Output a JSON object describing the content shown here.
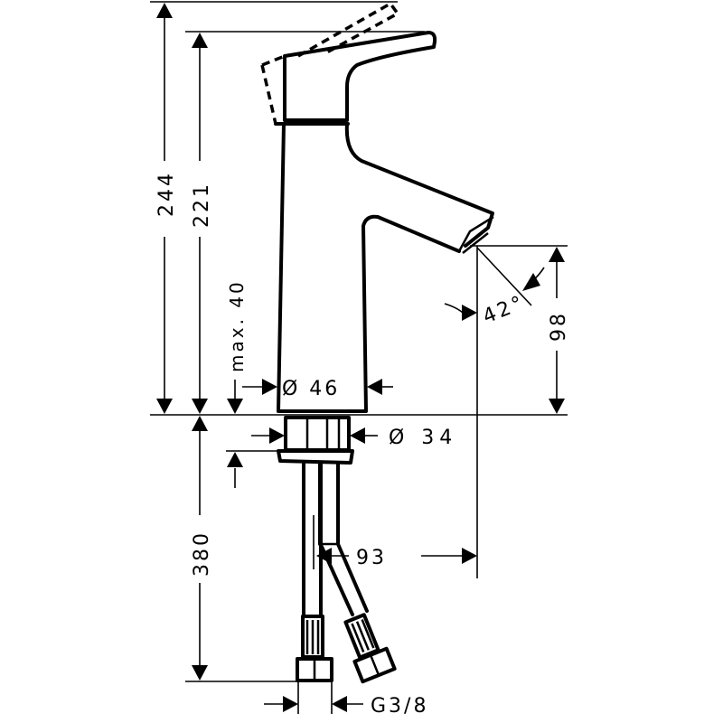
{
  "diagram": {
    "type": "technical-dimension-drawing",
    "subject": "single-lever basin mixer faucet, side view",
    "colors": {
      "line": "#000000",
      "background": "#ffffff"
    },
    "dimensions": {
      "total_height": "244",
      "height_to_handle_top": "221",
      "max_countertop_thickness": "max. 40",
      "body_diameter": "Ø 46",
      "shank_diameter": "Ø 34",
      "spout_height": "98",
      "spout_angle": "42°",
      "spout_projection": "93",
      "hose_length": "380",
      "connection_thread": "G3/8"
    }
  }
}
